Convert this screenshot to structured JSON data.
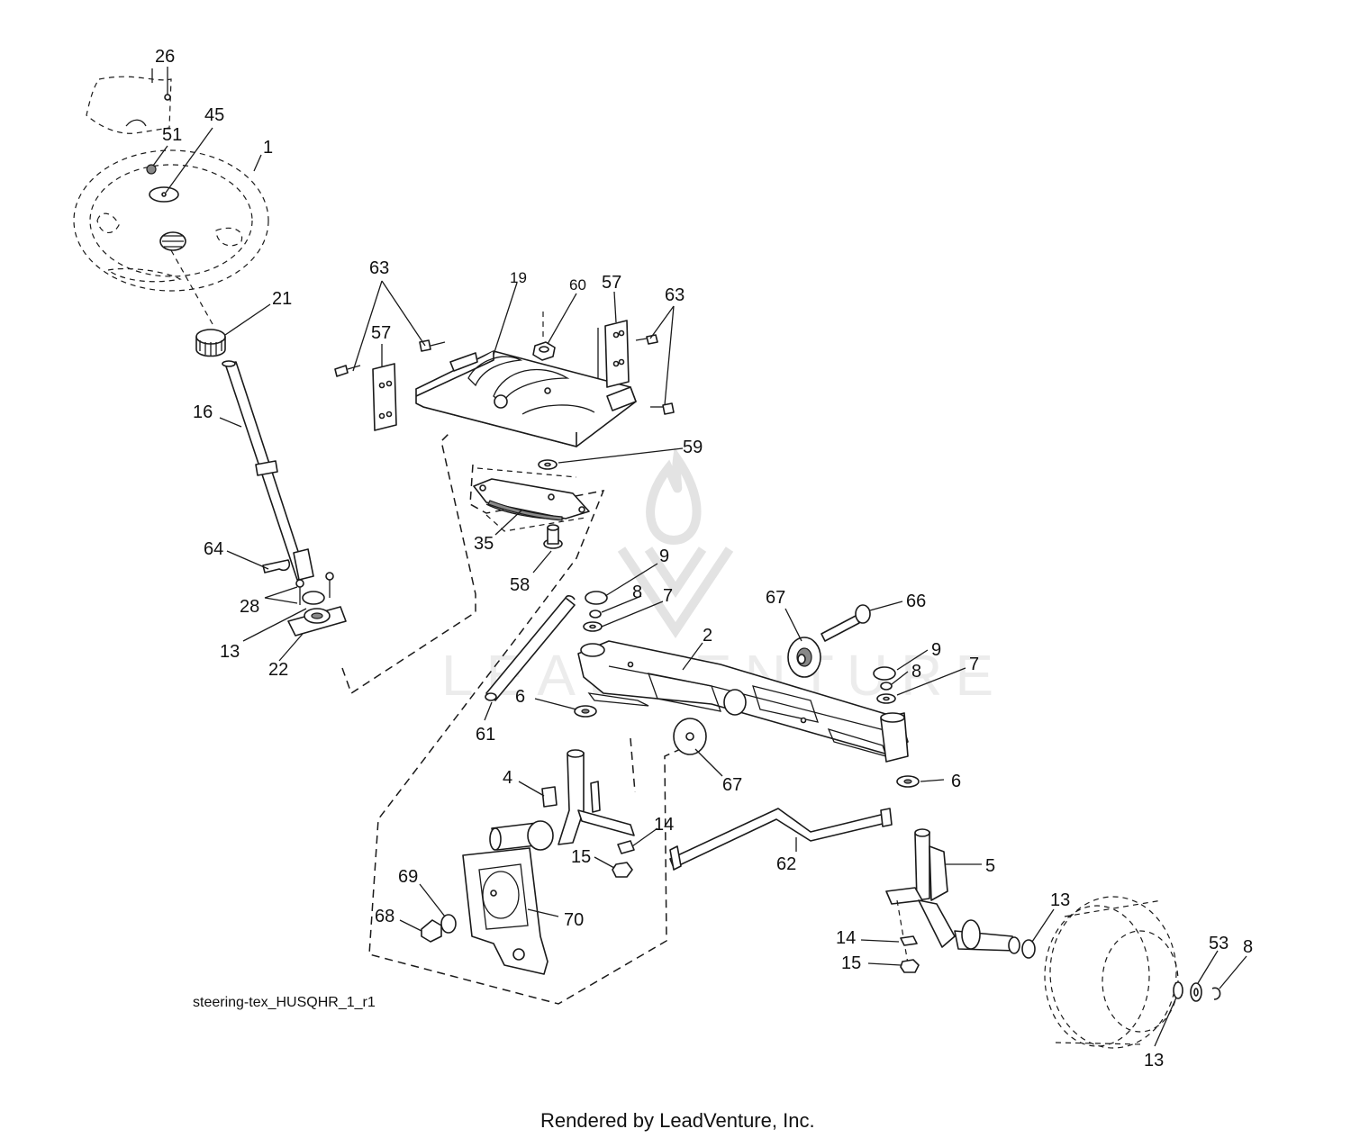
{
  "diagram": {
    "caption": "steering-tex_HUSQHR_1_r1",
    "footer": "Rendered by LeadVenture, Inc.",
    "watermark": "LEADVENTURE",
    "callouts": [
      {
        "id": "c26",
        "text": "26"
      },
      {
        "id": "c45",
        "text": "45"
      },
      {
        "id": "c51",
        "text": "51"
      },
      {
        "id": "c1",
        "text": "1"
      },
      {
        "id": "c21",
        "text": "21"
      },
      {
        "id": "c16",
        "text": "16"
      },
      {
        "id": "c64",
        "text": "64"
      },
      {
        "id": "c28",
        "text": "28"
      },
      {
        "id": "c13a",
        "text": "13"
      },
      {
        "id": "c22",
        "text": "22"
      },
      {
        "id": "c63a",
        "text": "63"
      },
      {
        "id": "c57a",
        "text": "57"
      },
      {
        "id": "c19",
        "text": "19"
      },
      {
        "id": "c60",
        "text": "60"
      },
      {
        "id": "c57b",
        "text": "57"
      },
      {
        "id": "c63b",
        "text": "63"
      },
      {
        "id": "c59",
        "text": "59"
      },
      {
        "id": "c35",
        "text": "35"
      },
      {
        "id": "c58",
        "text": "58"
      },
      {
        "id": "c9a",
        "text": "9"
      },
      {
        "id": "c8a",
        "text": "8"
      },
      {
        "id": "c7a",
        "text": "7"
      },
      {
        "id": "c2",
        "text": "2"
      },
      {
        "id": "c67a",
        "text": "67"
      },
      {
        "id": "c66",
        "text": "66"
      },
      {
        "id": "c9b",
        "text": "9"
      },
      {
        "id": "c8b",
        "text": "8"
      },
      {
        "id": "c7b",
        "text": "7"
      },
      {
        "id": "c6a",
        "text": "6"
      },
      {
        "id": "c61",
        "text": "61"
      },
      {
        "id": "c67b",
        "text": "67"
      },
      {
        "id": "c6b",
        "text": "6"
      },
      {
        "id": "c4",
        "text": "4"
      },
      {
        "id": "c14a",
        "text": "14"
      },
      {
        "id": "c15a",
        "text": "15"
      },
      {
        "id": "c62",
        "text": "62"
      },
      {
        "id": "c5",
        "text": "5"
      },
      {
        "id": "c69",
        "text": "69"
      },
      {
        "id": "c68",
        "text": "68"
      },
      {
        "id": "c70",
        "text": "70"
      },
      {
        "id": "c13b",
        "text": "13"
      },
      {
        "id": "c53",
        "text": "53"
      },
      {
        "id": "c8c",
        "text": "8"
      },
      {
        "id": "c14b",
        "text": "14"
      },
      {
        "id": "c15b",
        "text": "15"
      },
      {
        "id": "c13c",
        "text": "13"
      }
    ]
  }
}
